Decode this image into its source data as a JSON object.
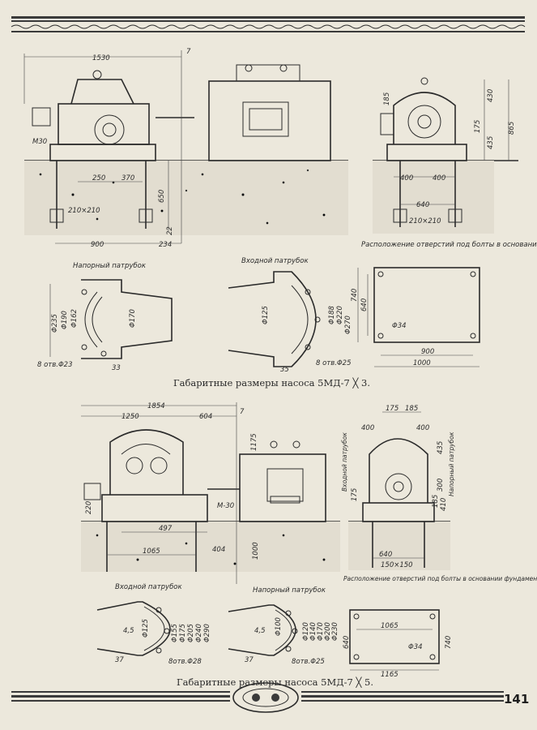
{
  "page_number": "141",
  "caption_top": "Габаритные размеры насоса 5МД-7 ╳ 3.",
  "caption_bottom": "Габаритные размеры насоса 5МД-7 ╳ 5.",
  "top": {
    "dims": {
      "d1530": "1530",
      "d7": "7",
      "m30": "М30",
      "d250": "250",
      "d370": "370",
      "d210": "210×210",
      "d650": "650",
      "d22": "22",
      "d900": "900",
      "d234": "234",
      "s185": "185",
      "s430": "430",
      "s865": "865",
      "s175": "175",
      "s435": "435",
      "s400a": "400",
      "s400b": "400",
      "s640": "640",
      "s210": "210×210"
    },
    "plate_note": "Расположение отверстий под болты в основании фундаментной плиты",
    "outlet_label": "Напорный патрубок",
    "outlet_dims": {
      "d235": "Φ235",
      "d190": "Φ190",
      "d162": "Φ162",
      "d170": "Φ170",
      "holes": "8 отв.Φ23",
      "d33": "33"
    },
    "inlet_label": "Входной патрубок",
    "inlet_dims": {
      "d125": "Φ125",
      "d188": "Φ188",
      "d220": "Φ220",
      "d270": "Φ270",
      "holes": "8 отв.Φ25",
      "d35": "35"
    },
    "plate_dims": {
      "d740": "740",
      "d640": "640",
      "d34": "Φ34",
      "d900": "900",
      "d1000": "1000"
    }
  },
  "bottom": {
    "dims": {
      "d1854": "1854",
      "d1250": "1250",
      "d604": "604",
      "d7": "7",
      "d1175": "1175",
      "m30": "М-30",
      "d220": "220",
      "d497": "497",
      "d1065": "1065",
      "d404": "404",
      "d1000": "1000",
      "s175": "175",
      "s185": "185",
      "s400a": "400",
      "s400b": "400",
      "s435": "435",
      "s300": "300",
      "s185b": "185",
      "s410": "410",
      "s175b": "175",
      "s640": "640",
      "s150": "150×150"
    },
    "side_labels": {
      "inlet": "Входной патрубок",
      "outlet": "Напорный патрубок"
    },
    "plate_note": "Расположение отверстий под болты в основании фундамент- ной плиты",
    "inlet_label": "Входной патрубок",
    "inlet_dims": {
      "d45": "4,5",
      "d125": "Φ125",
      "d155": "Φ155",
      "d175": "Φ175",
      "d205": "Φ205",
      "d240": "Φ240",
      "d290": "Φ290",
      "holes": "8отв.Φ28",
      "d37": "37"
    },
    "outlet_label": "Напорный патрубок",
    "outlet_dims": {
      "d45": "4,5",
      "d100": "Φ100",
      "d120": "Φ120",
      "d140": "Φ140",
      "d170": "Φ170",
      "d200": "Φ200",
      "d230": "Φ230",
      "holes": "8отв.Φ25",
      "d37": "37"
    },
    "plate_dims": {
      "d1065": "1065",
      "d640": "640",
      "d740": "740",
      "d34": "Φ34",
      "d1165": "1165"
    }
  }
}
